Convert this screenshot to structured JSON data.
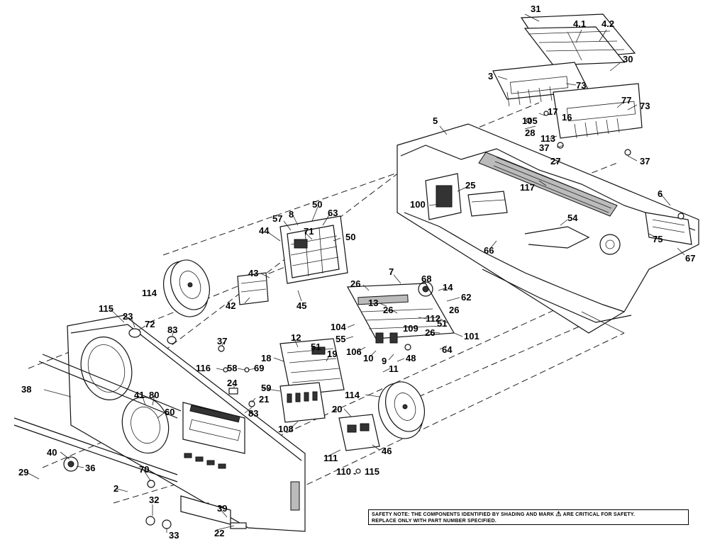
{
  "diagram": {
    "callouts": [
      {
        "id": "31",
        "text": "31"
      },
      {
        "id": "4.1",
        "text": "4.1"
      },
      {
        "id": "4.2",
        "text": "4.2"
      },
      {
        "id": "30",
        "text": "30"
      },
      {
        "id": "3",
        "text": "3"
      },
      {
        "id": "73a",
        "text": "73"
      },
      {
        "id": "77",
        "text": "77"
      },
      {
        "id": "73b",
        "text": "73"
      },
      {
        "id": "17",
        "text": "17"
      },
      {
        "id": "16",
        "text": "16"
      },
      {
        "id": "105",
        "text": "105"
      },
      {
        "id": "5",
        "text": "5"
      },
      {
        "id": "28",
        "text": "28"
      },
      {
        "id": "113",
        "text": "113"
      },
      {
        "id": "37a",
        "text": "37"
      },
      {
        "id": "37b",
        "text": "37"
      },
      {
        "id": "27",
        "text": "27"
      },
      {
        "id": "117",
        "text": "117"
      },
      {
        "id": "25",
        "text": "25"
      },
      {
        "id": "6",
        "text": "6"
      },
      {
        "id": "100",
        "text": "100"
      },
      {
        "id": "54",
        "text": "54"
      },
      {
        "id": "75",
        "text": "75"
      },
      {
        "id": "66",
        "text": "66"
      },
      {
        "id": "67",
        "text": "67"
      },
      {
        "id": "50a",
        "text": "50"
      },
      {
        "id": "63",
        "text": "63"
      },
      {
        "id": "57",
        "text": "57"
      },
      {
        "id": "8",
        "text": "8"
      },
      {
        "id": "71",
        "text": "71"
      },
      {
        "id": "50b",
        "text": "50"
      },
      {
        "id": "44",
        "text": "44"
      },
      {
        "id": "43",
        "text": "43"
      },
      {
        "id": "42",
        "text": "42"
      },
      {
        "id": "45",
        "text": "45"
      },
      {
        "id": "114a",
        "text": "114"
      },
      {
        "id": "7",
        "text": "7"
      },
      {
        "id": "68",
        "text": "68"
      },
      {
        "id": "14",
        "text": "14"
      },
      {
        "id": "62",
        "text": "62"
      },
      {
        "id": "26a",
        "text": "26"
      },
      {
        "id": "13",
        "text": "13"
      },
      {
        "id": "26b",
        "text": "26"
      },
      {
        "id": "26c",
        "text": "26"
      },
      {
        "id": "112",
        "text": "112"
      },
      {
        "id": "51a",
        "text": "51"
      },
      {
        "id": "104",
        "text": "104"
      },
      {
        "id": "109",
        "text": "109"
      },
      {
        "id": "26d",
        "text": "26"
      },
      {
        "id": "101",
        "text": "101"
      },
      {
        "id": "55",
        "text": "55"
      },
      {
        "id": "106",
        "text": "106"
      },
      {
        "id": "10",
        "text": "10"
      },
      {
        "id": "9",
        "text": "9"
      },
      {
        "id": "64",
        "text": "64"
      },
      {
        "id": "115a",
        "text": "115"
      },
      {
        "id": "23",
        "text": "23"
      },
      {
        "id": "72",
        "text": "72"
      },
      {
        "id": "83a",
        "text": "83"
      },
      {
        "id": "37c",
        "text": "37"
      },
      {
        "id": "12",
        "text": "12"
      },
      {
        "id": "51b",
        "text": "51"
      },
      {
        "id": "18",
        "text": "18"
      },
      {
        "id": "19",
        "text": "19"
      },
      {
        "id": "48",
        "text": "48"
      },
      {
        "id": "11",
        "text": "11"
      },
      {
        "id": "116",
        "text": "116"
      },
      {
        "id": "58",
        "text": "58"
      },
      {
        "id": "69",
        "text": "69"
      },
      {
        "id": "24",
        "text": "24"
      },
      {
        "id": "59",
        "text": "59"
      },
      {
        "id": "38",
        "text": "38"
      },
      {
        "id": "41",
        "text": "41"
      },
      {
        "id": "80",
        "text": "80"
      },
      {
        "id": "60",
        "text": "60"
      },
      {
        "id": "21",
        "text": "21"
      },
      {
        "id": "83b",
        "text": "83"
      },
      {
        "id": "114b",
        "text": "114"
      },
      {
        "id": "20",
        "text": "20"
      },
      {
        "id": "108",
        "text": "108"
      },
      {
        "id": "46",
        "text": "46"
      },
      {
        "id": "40",
        "text": "40"
      },
      {
        "id": "36",
        "text": "36"
      },
      {
        "id": "111",
        "text": "111"
      },
      {
        "id": "29",
        "text": "29"
      },
      {
        "id": "70",
        "text": "70"
      },
      {
        "id": "110",
        "text": "110"
      },
      {
        "id": "115b",
        "text": "115"
      },
      {
        "id": "2",
        "text": "2"
      },
      {
        "id": "32",
        "text": "32"
      },
      {
        "id": "39",
        "text": "39"
      },
      {
        "id": "33",
        "text": "33"
      },
      {
        "id": "22",
        "text": "22"
      }
    ],
    "safety_note": {
      "line1_a": "SAFETY NOTE:  THE COMPONENTS IDENTIFIED BY SHADING AND MARK",
      "warning_symbol": "⚠",
      "line1_b": "ARE CRITICAL FOR SAFETY.",
      "line2": "REPLACE ONLY WITH PART NUMBER SPECIFIED."
    }
  }
}
